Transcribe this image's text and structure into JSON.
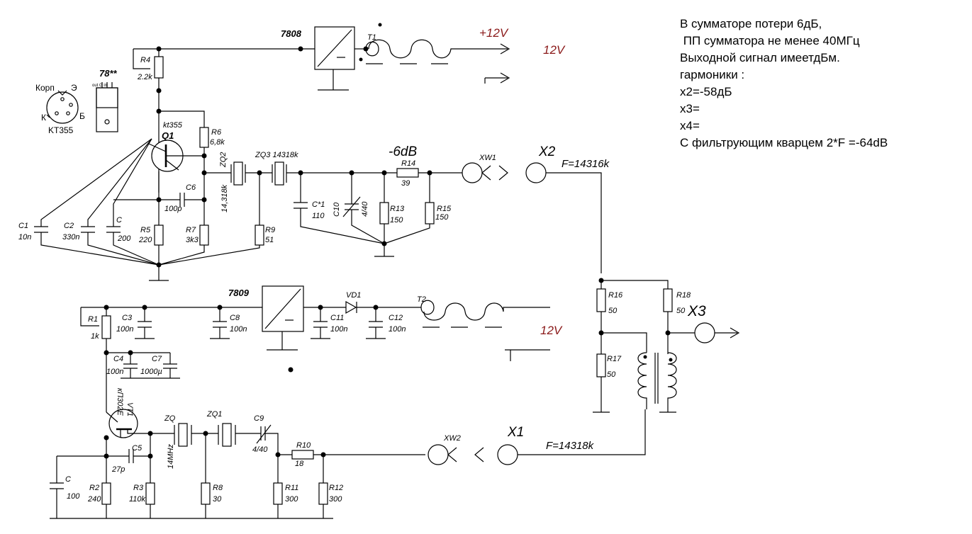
{
  "notes": [
    "В сумматоре потери 6дБ,",
    " ПП сумматора не менее 40МГц",
    "Выходной сигнал имеетдБм.",
    "гармоники :",
    "x2=-58дБ",
    "x3=",
    "x4=",
    "С фильтрующим кварцем 2*F =-64dB"
  ],
  "upper": {
    "reg": "7808",
    "t1": "T1",
    "plus12": "+12V",
    "v12": "12V",
    "r4": "R4",
    "r4v": "2.2k",
    "q1": "Q1",
    "q1type": "kt355",
    "r6": "R6",
    "r6v": "6,8k",
    "zq2": "ZQ2",
    "zq2f": "14,318k",
    "zq3": "ZQ3 14318k",
    "att": "-6dB",
    "r14": "R14",
    "r14v": "39",
    "xw1": "XW1",
    "x2": "X2",
    "f2": "F=14316k",
    "c6": "C6",
    "c6v": "100p",
    "cs": "C*1",
    "csv": "110",
    "c10": "C10",
    "c10v": "4/40",
    "r13": "R13",
    "r13v": "150",
    "r15": "R15",
    "r15v": "150",
    "c1": "C1",
    "c1v": "10n",
    "c2": "C2",
    "c2v": "330n",
    "c": "C",
    "cv": "200",
    "r5": "R5",
    "r5v": "220",
    "r7": "R7",
    "r7v": "3k3",
    "r9": "R9",
    "r9v": "51"
  },
  "pinout": {
    "korp": "Корп",
    "e": "Э",
    "k": "К",
    "b": "Б",
    "name": "KT355",
    "reg": "78**",
    "pins": "out  G    in"
  },
  "lower": {
    "reg": "7809",
    "vd1": "VD1",
    "t2": "T2",
    "v12": "12V",
    "r1": "R1",
    "r1v": "1k",
    "c3": "C3",
    "c3v": "100n",
    "c8": "C8",
    "c8v": "100n",
    "c11": "C11",
    "c11v": "100n",
    "c12": "C12",
    "c12v": "100n",
    "c4": "C4",
    "c4v": "100n",
    "c7": "C7",
    "c7v": "1000µ",
    "vt1": "VT1",
    "vt1type": "кП302Е",
    "zq": "ZQ",
    "zqf": "14MHz",
    "zq1": "ZQ1",
    "c9": "C9",
    "c9v": "4/40",
    "r10": "R10",
    "r10v": "18",
    "xw2": "XW2",
    "x1": "X1",
    "f1": "F=14318k",
    "c5": "C5",
    "c5v": "27p",
    "c": "C",
    "cv": "100",
    "r2": "R2",
    "r2v": "240",
    "r3": "R3",
    "r3v": "110k",
    "r8": "R8",
    "r8v": "30",
    "r11": "R11",
    "r11v": "300",
    "r12": "R12",
    "r12v": "300"
  },
  "combiner": {
    "r16": "R16",
    "r16v": "50",
    "r17": "R17",
    "r17v": "50",
    "r18": "R18",
    "r18v": "50",
    "x3": "X3"
  }
}
